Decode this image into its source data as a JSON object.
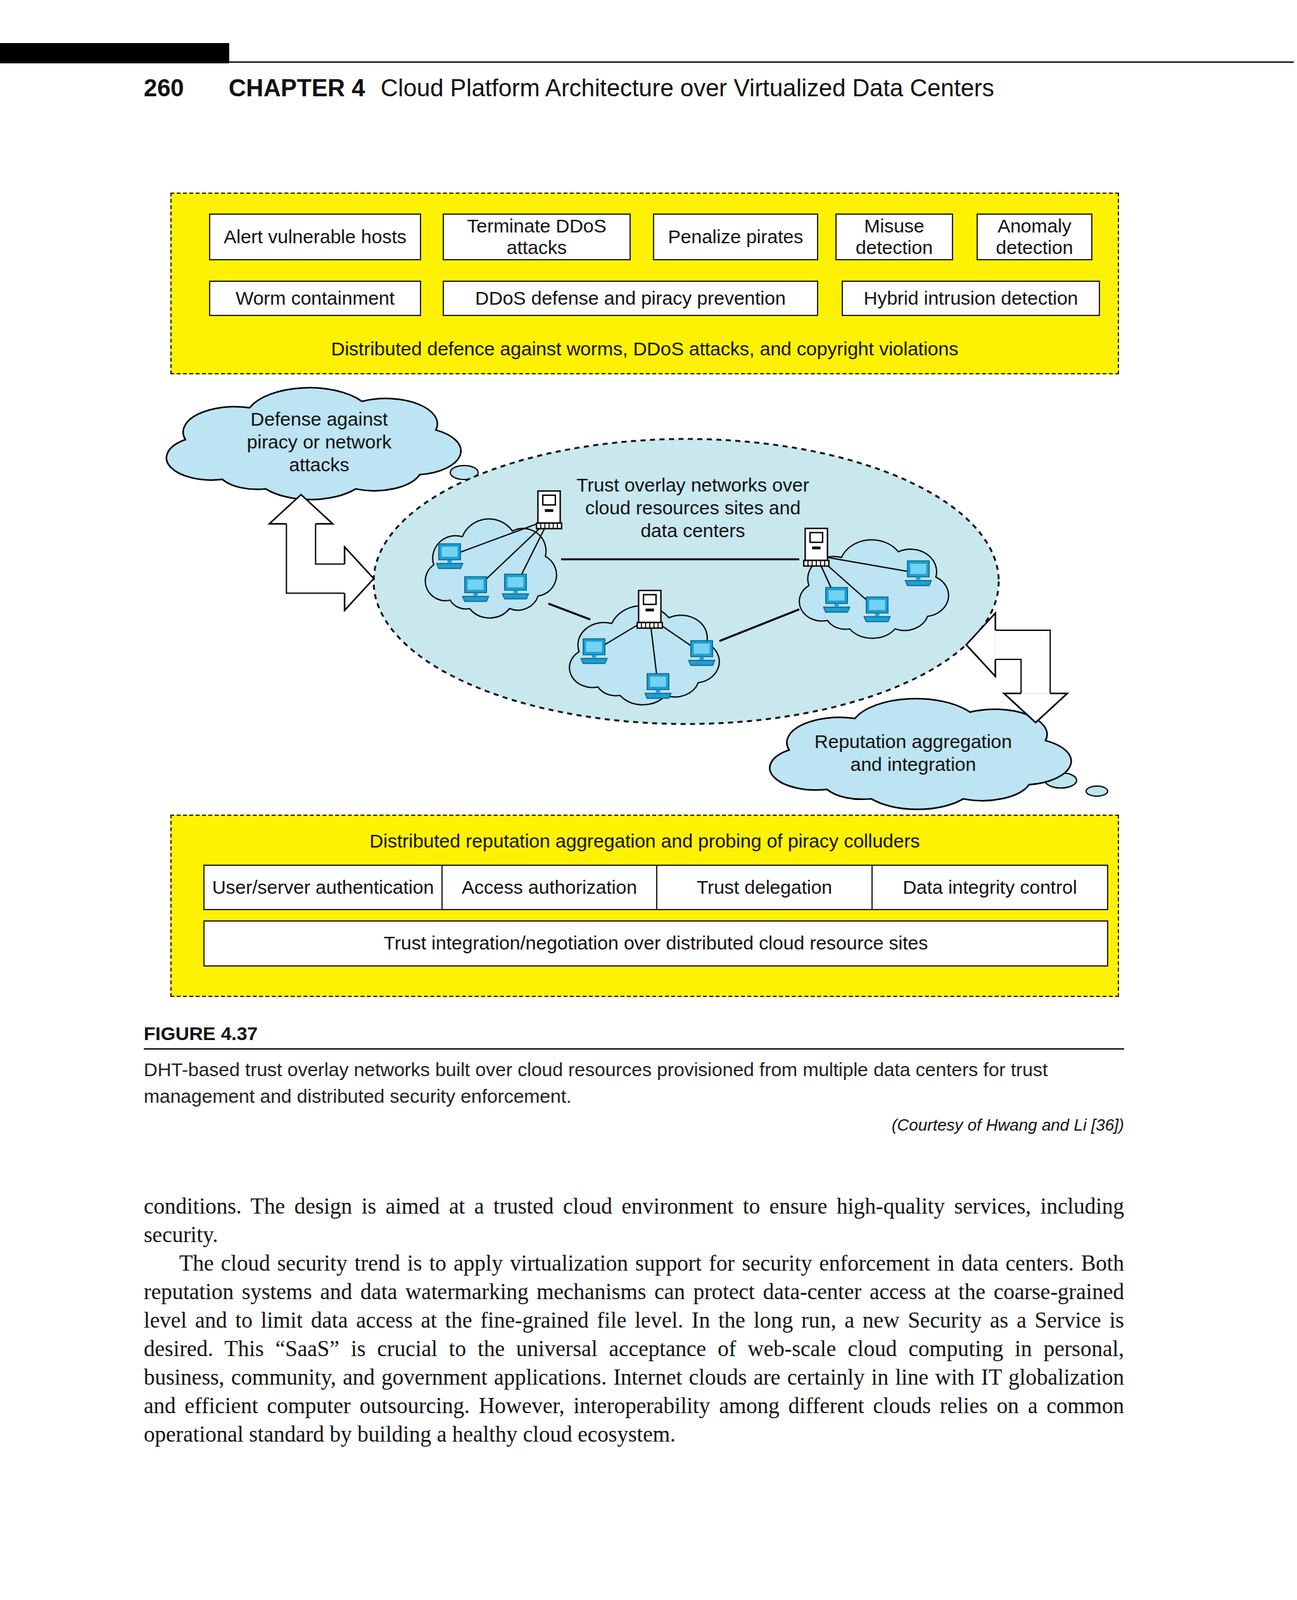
{
  "diagram": {
    "caption": "DHT-based trust overlay networks built over cloud resources provisioned from multiple data centers for trust management and distributed security enforcement.",
    "nodes": [
      {
        "text": [
          "Distributed defence against worms, DDoS attacks, and copyright violations"
        ]
      },
      {
        "text": [
          "Alert vulnerable hosts"
        ],
        "in": 0
      },
      {
        "text": [
          "Terminate DDoS attacks"
        ],
        "in": 0
      },
      {
        "text": [
          "Penalize pirates"
        ],
        "in": 0
      },
      {
        "text": [
          "Misuse detection"
        ],
        "in": 0
      },
      {
        "text": [
          "Anomaly detection"
        ],
        "in": 0
      },
      {
        "text": [
          "Worm containment"
        ],
        "in": 0
      },
      {
        "text": [
          "DDoS defense and piracy prevention"
        ],
        "in": 0
      },
      {
        "text": [
          "Hybrid intrusion detection"
        ],
        "in": 0
      },
      {
        "text": [
          "Defense against piracy or network attacks"
        ]
      },
      {
        "text": [
          "Trust overlay networks over cloud resources sites and data centers"
        ]
      },
      {
        "text": [
          "Reputation aggregation and integration"
        ]
      },
      {
        "text": [
          "Distributed reputation aggregation and probing of piracy colluders"
        ]
      },
      {
        "text": [
          "User/server authentication"
        ],
        "in": 12
      },
      {
        "text": [
          "Access authorization"
        ],
        "in": 12
      },
      {
        "text": [
          "Trust delegation"
        ],
        "in": 12
      },
      {
        "text": [
          "Data integrity control"
        ],
        "in": 12
      },
      {
        "text": [
          "Trust integration/negotiation over distributed cloud resource sites"
        ],
        "in": 12
      }
    ],
    "edges": [
      {
        "from": 9,
        "to": 10,
        "arrow": "both"
      },
      {
        "from": 10,
        "to": 11,
        "arrow": "both"
      }
    ],
    "labels": [
      "260",
      "CHAPTER 4",
      "Cloud Platform Architecture over Virtualized Data Centers",
      "FIGURE 4.37",
      "(Courtesy of Hwang and Li [36])",
      "conditions. The design is aimed at a trusted cloud environment to ensure high-quality services, including security.",
      "The cloud security trend is to apply virtualization support for security enforcement in data centers. Both reputation systems and data watermarking mechanisms can protect data-center access at the coarse-grained level and to limit data access at the fine-grained file level. In the long run, a new Security as a Service is desired. This “SaaS” is crucial to the universal acceptance of web-scale cloud computing in personal, business, community, and government applications. Internet clouds are certainly in line with IT globalization and efficient computer outsourcing. However, interoperability among different clouds relies on a common operational standard by building a healthy cloud ecosystem."
    ]
  }
}
